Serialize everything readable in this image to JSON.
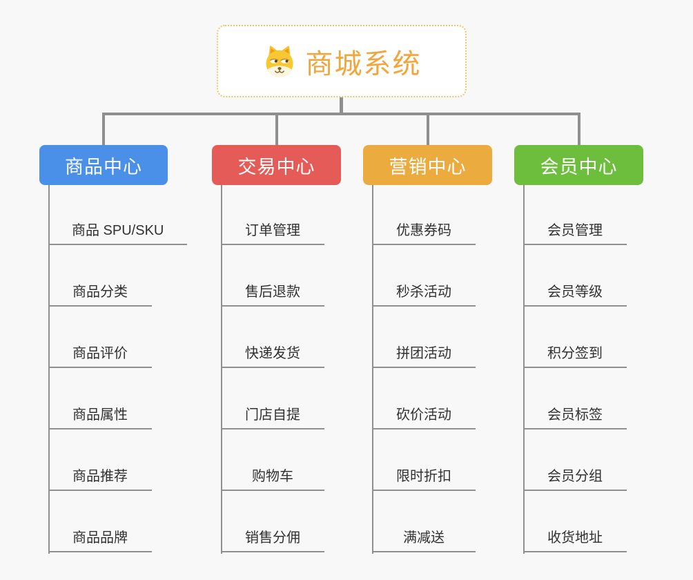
{
  "canvas": {
    "background": "#f8f8f8",
    "connector_color": "#8f8f8f"
  },
  "root": {
    "label": "商城系统",
    "icon": "dog-icon",
    "text_color": "#f0a63c",
    "border_color": "#f5c06a"
  },
  "branches": [
    {
      "label": "商品中心",
      "color": "#4a90e8",
      "items": [
        "商品 SPU/SKU",
        "商品分类",
        "商品评价",
        "商品属性",
        "商品推荐",
        "商品品牌"
      ]
    },
    {
      "label": "交易中心",
      "color": "#e45b57",
      "items": [
        "订单管理",
        "售后退款",
        "快递发货",
        "门店自提",
        "购物车",
        "销售分佣"
      ]
    },
    {
      "label": "营销中心",
      "color": "#ecab3f",
      "items": [
        "优惠券码",
        "秒杀活动",
        "拼团活动",
        "砍价活动",
        "限时折扣",
        "满减送"
      ]
    },
    {
      "label": "会员中心",
      "color": "#6ebe3d",
      "items": [
        "会员管理",
        "会员等级",
        "积分签到",
        "会员标签",
        "会员分组",
        "收货地址"
      ]
    }
  ]
}
